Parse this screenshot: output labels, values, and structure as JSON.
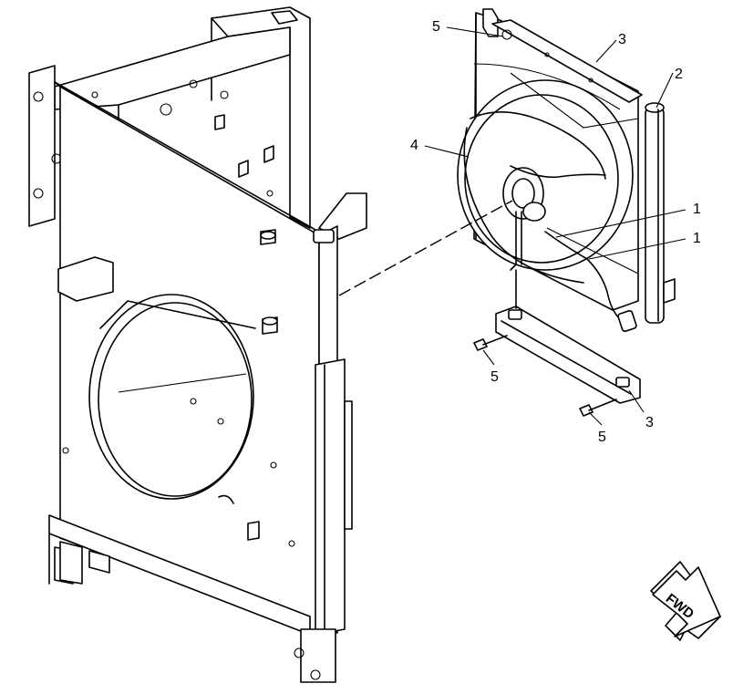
{
  "callouts": {
    "c5_top": "5",
    "c3_top": "3",
    "c2": "2",
    "c4": "4",
    "c1_a": "1",
    "c1_b": "1",
    "c5_mid": "5",
    "c3_bottom": "3",
    "c5_bottom": "5"
  },
  "arrow": {
    "label": "FWD"
  }
}
